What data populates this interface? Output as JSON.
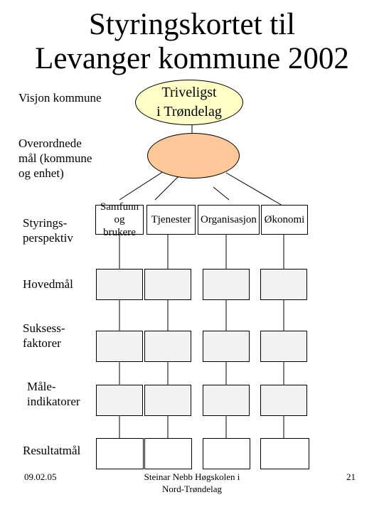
{
  "title": {
    "line1": "Styringskortet til",
    "line2": "Levanger kommune 2002"
  },
  "labels": {
    "visjon": "Visjon kommune",
    "overordnede_1": "Overordnede",
    "overordnede_2": "mål (kommune",
    "overordnede_3": "og enhet)",
    "styrings_1": "Styrings-",
    "styrings_2": "perspektiv",
    "hovedmal": "Hovedmål",
    "suksess_1": "Suksess-",
    "suksess_2": "faktorer",
    "maale_1": "Måle-",
    "maale_2": "indikatorer",
    "resultat": "Resultatmål"
  },
  "vision": {
    "line1": "Triveligst",
    "line2": "i Trøndelag",
    "color": "#ffffc6"
  },
  "goal_ellipse_color": "#ffc898",
  "perspectives": [
    {
      "line1": "Samfunn og",
      "line2": "brukere"
    },
    {
      "line1": "Tjenester",
      "line2": ""
    },
    {
      "line1": "Organisasjon",
      "line2": ""
    },
    {
      "line1": "Økonomi",
      "line2": ""
    }
  ],
  "footer": {
    "date": "09.02.05",
    "author_1": "Steinar Nebb Høgskolen i",
    "author_2": "Nord-Trøndelag",
    "page": "21"
  }
}
